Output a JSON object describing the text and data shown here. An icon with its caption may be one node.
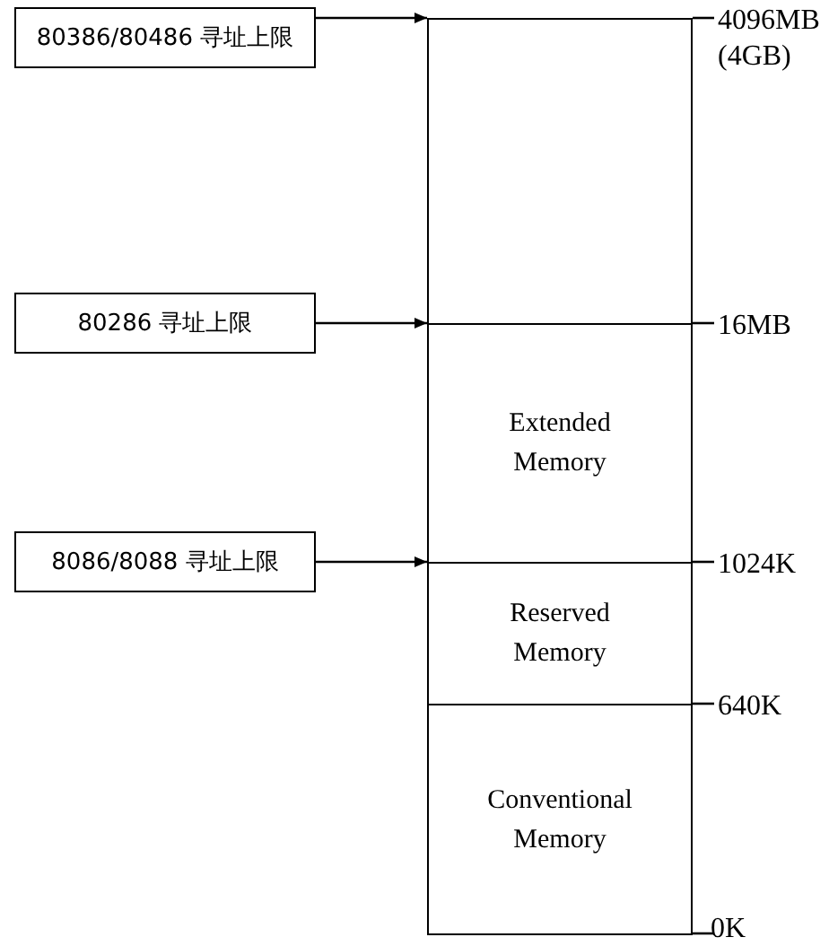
{
  "diagram": {
    "nodes": [
      {
        "text": [
          "80386/80486 寻址上限"
        ]
      },
      {
        "text": [
          "80286 寻址上限"
        ]
      },
      {
        "text": [
          "8086/8088 寻址上限"
        ]
      },
      {
        "text": [],
        "shape": "box",
        "beside": [
          "4096MB (4GB)"
        ]
      },
      {
        "text": [
          "Extended Memory"
        ],
        "beside": [
          "16MB"
        ]
      },
      {
        "text": [
          "Reserved Memory"
        ],
        "beside": [
          "1024K"
        ]
      },
      {
        "text": [
          "Conventional Memory"
        ],
        "beside": [
          "640K",
          "0K"
        ]
      }
    ],
    "edges": [
      {
        "from": 0,
        "to": 3,
        "arrow": "to"
      },
      {
        "from": 1,
        "to": 4,
        "arrow": "to"
      },
      {
        "from": 2,
        "to": 5,
        "arrow": "to"
      }
    ]
  }
}
